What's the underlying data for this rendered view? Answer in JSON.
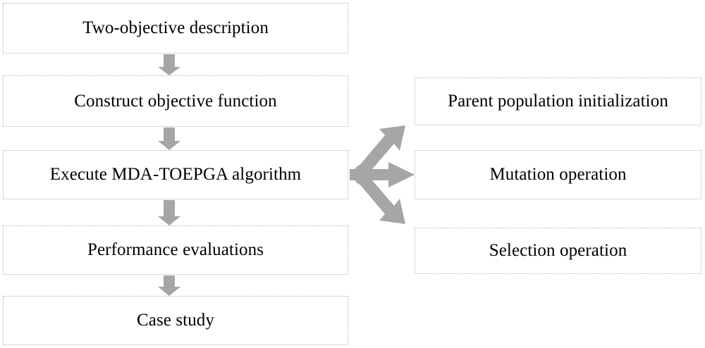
{
  "diagram": {
    "title": "MDA-TOEPGA research framework flowchart",
    "background_color": "#ffffff",
    "box_border_color": "#b3b3b3",
    "arrow_color": "#a6a6a6",
    "text_color": "#000000",
    "main_flow": [
      {
        "id": "two-objective",
        "label": "Two-objective description"
      },
      {
        "id": "construct",
        "label": "Construct objective function"
      },
      {
        "id": "execute",
        "label": "Execute MDA-TOEPGA algorithm"
      },
      {
        "id": "performance",
        "label": "Performance evaluations"
      },
      {
        "id": "case-study",
        "label": "Case study"
      }
    ],
    "branch_flow": [
      {
        "id": "parent-init",
        "label": "Parent population initialization"
      },
      {
        "id": "mutation",
        "label": "Mutation operation"
      },
      {
        "id": "selection",
        "label": "Selection operation"
      }
    ],
    "connectors": [
      {
        "id": "arrow-two-objective-to-construct",
        "kind": "down-arrow",
        "from": "two-objective",
        "to": "construct"
      },
      {
        "id": "arrow-construct-to-execute",
        "kind": "down-arrow",
        "from": "construct",
        "to": "execute"
      },
      {
        "id": "arrow-execute-to-performance",
        "kind": "down-arrow",
        "from": "execute",
        "to": "performance"
      },
      {
        "id": "arrow-performance-to-case-study",
        "kind": "down-arrow",
        "from": "performance",
        "to": "case-study"
      },
      {
        "id": "arrow-execute-to-parent-init",
        "kind": "diagonal-up-arrow",
        "from": "execute",
        "to": "parent-init"
      },
      {
        "id": "arrow-execute-to-mutation",
        "kind": "right-arrow",
        "from": "execute",
        "to": "mutation"
      },
      {
        "id": "arrow-execute-to-selection",
        "kind": "diagonal-down-arrow",
        "from": "execute",
        "to": "selection"
      }
    ]
  }
}
